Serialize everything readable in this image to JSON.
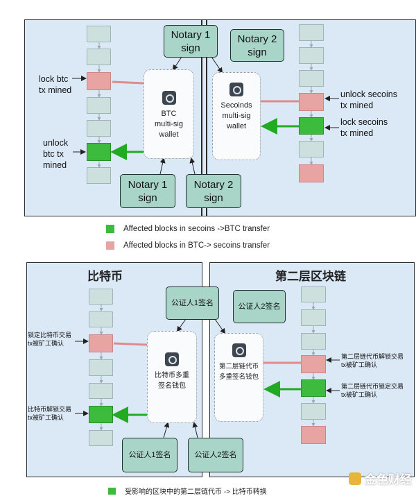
{
  "top": {
    "notary_1_upper": "Notary 1\nsign",
    "notary_2_upper": "Notary 2\nsign",
    "notary_1_lower": "Notary 1\nsign",
    "notary_2_lower": "Notary 2\nsign",
    "btc_wallet": "BTC\nmulti-sig\nwallet",
    "secoins_wallet": "Secoinds\nmulti-sig\nwallet",
    "lock_btc": "lock btc\ntx mined",
    "unlock_btc": "unlock\nbtc tx\nmined",
    "unlock_secoins": "unlock secoins\ntx mined",
    "lock_secoins": "lock secoins\ntx mined"
  },
  "legend": {
    "green_label": "Affected blocks in secoins ->BTC transfer",
    "pink_label": "Affected blocks in BTC-> secoins transfer",
    "green_color": "#3dbb3d",
    "pink_color": "#e8a3a3"
  },
  "bottom": {
    "left_title": "比特币",
    "right_title": "第二层区块链",
    "notary_1_upper": "公证人1签名",
    "notary_2_upper": "公证人2签名",
    "notary_1_lower": "公证人1签名",
    "notary_2_lower": "公证人2签名",
    "btc_wallet": "比特币多重\n签名钱包",
    "l2_wallet": "第二层链代币\n多重签名钱包",
    "lock_btc": "锁定比特币交易\ntx被矿工确认",
    "unlock_btc": "比特币解锁交易\ntx被矿工确认",
    "l2_unlock": "第二层链代币解锁交易\ntx被矿工确认",
    "l2_lock": "第二层链代币锁定交易\ntx被矿工确认",
    "legend_partial": "受影响的区块中的第二层链代币 -> 比特币转换"
  },
  "watermark": "金色财经"
}
